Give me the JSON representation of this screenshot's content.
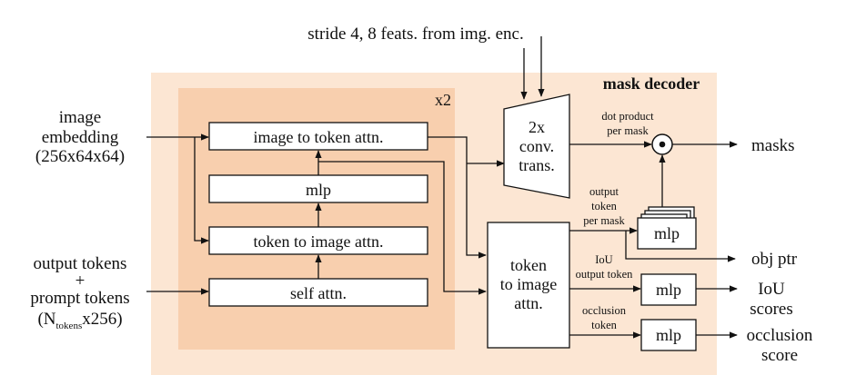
{
  "colors": {
    "outer_panel": "#fce6d3",
    "inner_panel": "#f8cfae",
    "line": "#111111",
    "box_fill": "#ffffff"
  },
  "top_input": "stride 4, 8 feats. from img. enc.",
  "panel_title": "mask decoder",
  "repeat_label": "x2",
  "inputs": {
    "image_embedding": [
      "image",
      "embedding",
      "(256x64x64)"
    ],
    "output_tokens": [
      "output tokens",
      "+",
      "prompt tokens"
    ],
    "tokens_shape": {
      "open": "(N",
      "sub": "tokens",
      "close": "x256)"
    }
  },
  "blocks": {
    "image_to_token": "image to token attn.",
    "mlp": "mlp",
    "token_to_image": "token to image attn.",
    "self_attn": "self attn.",
    "conv_trans": [
      "2x",
      "conv.",
      "trans."
    ],
    "final_token_to_image": [
      "token",
      "to image",
      "attn."
    ],
    "mlp_output": "mlp",
    "mlp_iou": "mlp",
    "mlp_occlusion": "mlp"
  },
  "edge_labels": {
    "dot_product": [
      "dot product",
      "per mask"
    ],
    "output_token": [
      "output",
      "token",
      "per mask"
    ],
    "iou_token": [
      "IoU",
      "output token"
    ],
    "occlusion_token": [
      "occlusion",
      "token"
    ]
  },
  "outputs": {
    "masks": "masks",
    "obj_ptr": "obj ptr",
    "iou": [
      "IoU",
      "scores"
    ],
    "occlusion": [
      "occlusion",
      "score"
    ]
  },
  "icons": {
    "dot_product": "circled-dot-icon"
  }
}
